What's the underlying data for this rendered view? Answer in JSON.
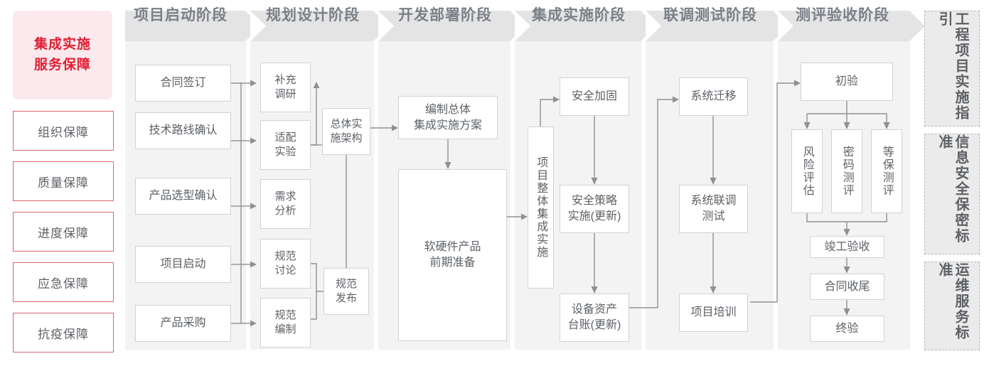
{
  "left_sidebar": {
    "title": "集成实施\n服务保障",
    "title_line1": "集成实施",
    "title_line2": "服务保障",
    "items": [
      {
        "label": "组织保障"
      },
      {
        "label": "质量保障"
      },
      {
        "label": "进度保障"
      },
      {
        "label": "应急保障"
      },
      {
        "label": "抗疫保障"
      }
    ]
  },
  "stages": [
    {
      "id": "stage-1",
      "title": "项目启动阶段"
    },
    {
      "id": "stage-2",
      "title": "规划设计阶段"
    },
    {
      "id": "stage-3",
      "title": "开发部署阶段"
    },
    {
      "id": "stage-4",
      "title": "集成实施阶段"
    },
    {
      "id": "stage-5",
      "title": "联调测试阶段"
    },
    {
      "id": "stage-6",
      "title": "测评验收阶段"
    }
  ],
  "nodes": {
    "s1_n1": "合同签订",
    "s1_n2": "技术路线确认",
    "s1_n3": "产品选型确认",
    "s1_n4": "项目启动",
    "s1_n5": "产品采购",
    "s2_n1_l1": "补充",
    "s2_n1_l2": "调研",
    "s2_n2_l1": "适配",
    "s2_n2_l2": "实验",
    "s2_n3_l1": "需求",
    "s2_n3_l2": "分析",
    "s2_n4_l1": "规范",
    "s2_n4_l2": "讨论",
    "s2_n5_l1": "规范",
    "s2_n5_l2": "编制",
    "s2_n6_l1": "总体实",
    "s2_n6_l2": "施架构",
    "s2_n7_l1": "规范",
    "s2_n7_l2": "发布",
    "s3_n1_l1": "编制总体",
    "s3_n1_l2": "集成实施方案",
    "s3_n2_l1": "软硬件产品",
    "s3_n2_l2": "前期准备",
    "s4_n0": "项目整体集成实施",
    "s4_n1": "安全加固",
    "s4_n2_l1": "安全策略",
    "s4_n2_l2": "实施(更新)",
    "s4_n3_l1": "设备资产",
    "s4_n3_l2": "台账(更新)",
    "s5_n1": "系统迁移",
    "s5_n2_l1": "系统联调",
    "s5_n2_l2": "测试",
    "s5_n3": "项目培训",
    "s6_n1": "初验",
    "s6_n2": "风险评估",
    "s6_n3": "密码测评",
    "s6_n4": "等保测评",
    "s6_n5": "竣工验收",
    "s6_n6": "合同收尾",
    "s6_n7": "终验"
  },
  "right_sidebar": {
    "items": [
      {
        "label": "工程项目实施指引"
      },
      {
        "label": "信息安全保密标准"
      },
      {
        "label": "运维服务标准"
      }
    ]
  },
  "colors": {
    "accent_red": "#e01f33",
    "accent_pink_bg": "#fce9ed",
    "accent_border": "#dd6373",
    "panel_bg": "#f3f3f3",
    "header_bg": "#e4e4e4",
    "text_gray": "#5d6166",
    "header_text": "#7b8088",
    "node_border": "#d2d2d2",
    "wire": "#8d9195",
    "sidebar_right_bg": "#ebebeb",
    "sidebar_right_border": "#b9b9b9"
  }
}
